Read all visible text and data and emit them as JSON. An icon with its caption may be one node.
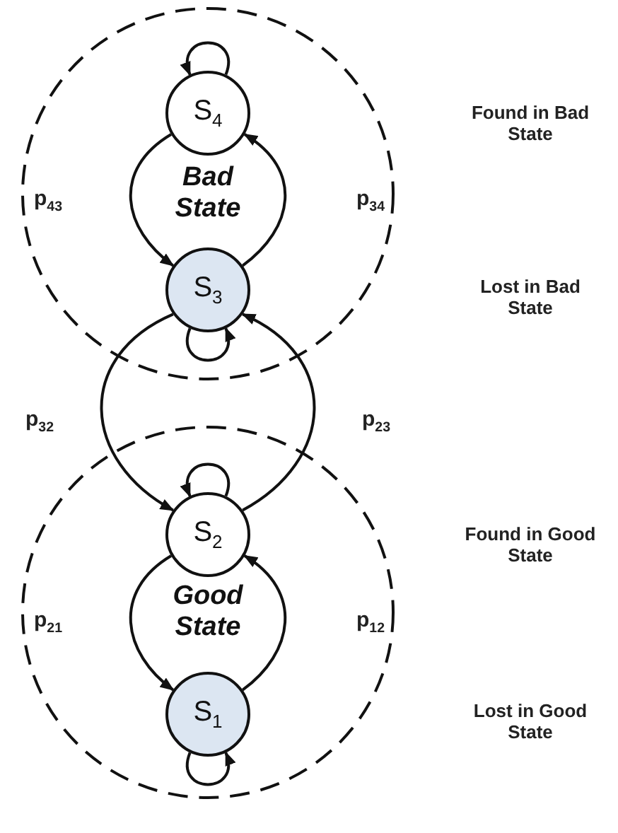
{
  "diagram": {
    "nodes": [
      {
        "text": [
          "Bad State"
        ]
      },
      {
        "text": [
          "S$_{4}$"
        ],
        "in": 0
      },
      {
        "text": [
          "S$_{3}$"
        ],
        "in": 0
      },
      {
        "text": [
          "Good State"
        ]
      },
      {
        "text": [
          "S$_{2}$"
        ],
        "in": 3
      },
      {
        "text": [
          "S$_{1}$"
        ],
        "in": 3
      }
    ],
    "edges": [
      {
        "from": 1,
        "to": 1,
        "arrow": "to"
      },
      {
        "from": 1,
        "to": 2,
        "arrow": "to",
        "label": "p$_{43}$"
      },
      {
        "from": 2,
        "to": 1,
        "arrow": "to",
        "label": "p$_{34}$"
      },
      {
        "from": 2,
        "to": 2,
        "arrow": "to"
      },
      {
        "from": 2,
        "to": 4,
        "arrow": "to",
        "label": "p$_{32}$"
      },
      {
        "from": 4,
        "to": 2,
        "arrow": "to",
        "label": "p$_{23}$"
      },
      {
        "from": 4,
        "to": 4,
        "arrow": "to"
      },
      {
        "from": 4,
        "to": 5,
        "arrow": "to",
        "label": "p$_{21}$"
      },
      {
        "from": 5,
        "to": 4,
        "arrow": "to",
        "label": "p$_{12}$"
      },
      {
        "from": 5,
        "to": 5,
        "arrow": "to"
      }
    ],
    "labels": [
      "Found in Bad State",
      "Lost in Bad State",
      "Found in Good State",
      "Lost in Good State"
    ]
  }
}
